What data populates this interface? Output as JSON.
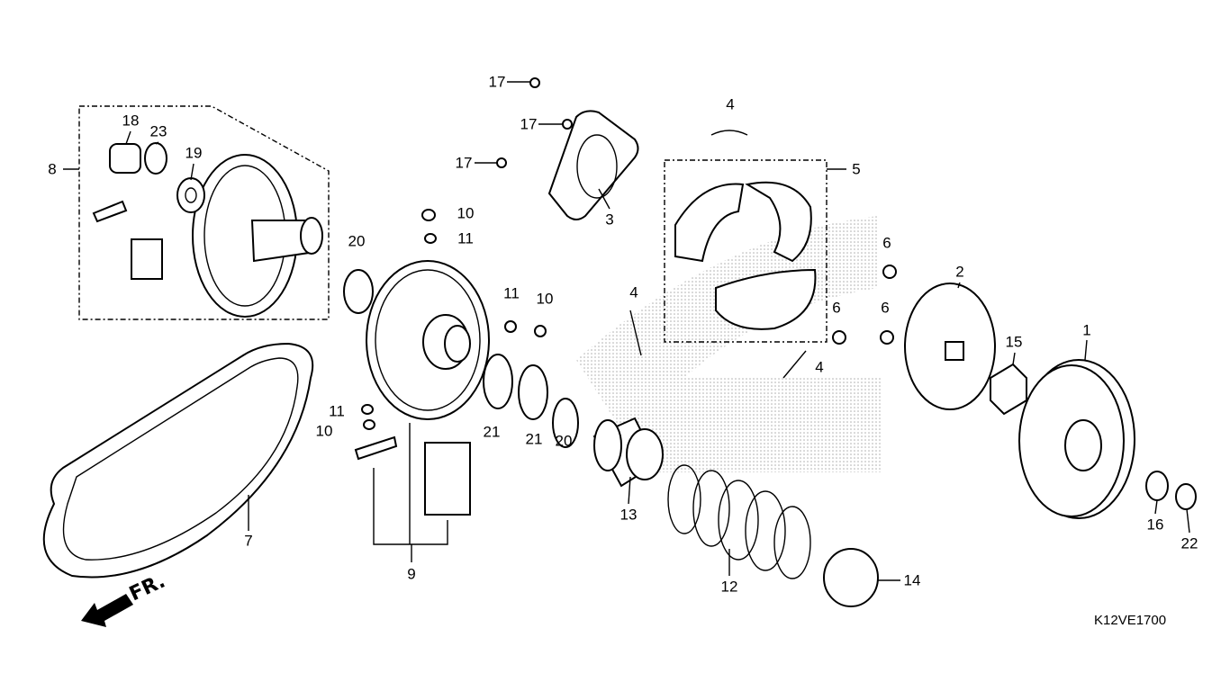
{
  "diagram_code": "K12VE1700",
  "front_marker": "FR.",
  "callouts": [
    "17",
    "17",
    "17",
    "4",
    "4",
    "4",
    "5",
    "3",
    "18",
    "23",
    "19",
    "8",
    "10",
    "11",
    "20",
    "11",
    "10",
    "6",
    "6",
    "6",
    "2",
    "15",
    "1",
    "11",
    "10",
    "21",
    "21",
    "20",
    "13",
    "7",
    "9",
    "12",
    "14",
    "16",
    "22"
  ]
}
